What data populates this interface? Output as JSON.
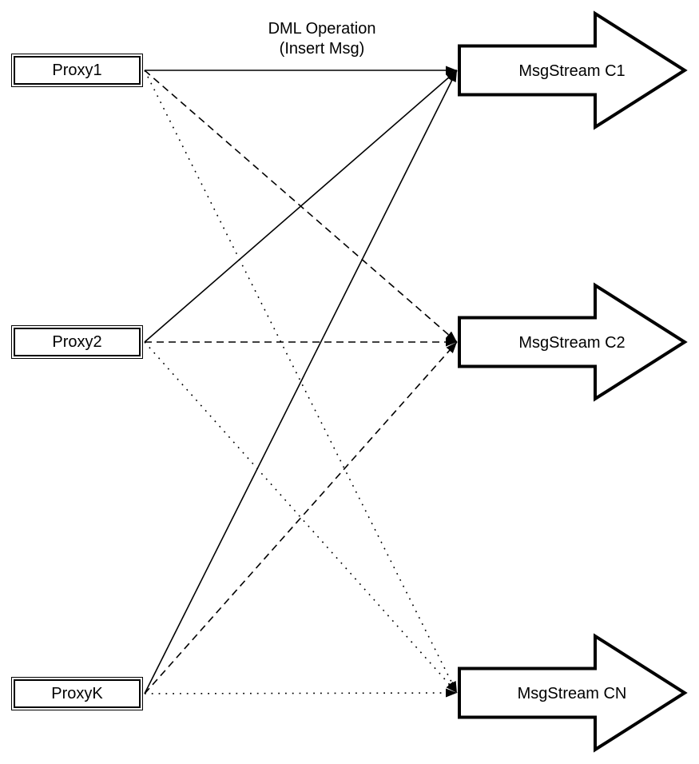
{
  "title": {
    "line1": "DML Operation",
    "line2": "(Insert Msg)"
  },
  "proxies": [
    {
      "id": "proxy1",
      "label": "Proxy1"
    },
    {
      "id": "proxy2",
      "label": "Proxy2"
    },
    {
      "id": "proxyk",
      "label": "ProxyK"
    }
  ],
  "streams": [
    {
      "id": "c1",
      "label": "MsgStream C1"
    },
    {
      "id": "c2",
      "label": "MsgStream C2"
    },
    {
      "id": "cn",
      "label": "MsgStream CN"
    }
  ],
  "connections": [
    {
      "from": "proxy1",
      "to": "c1",
      "style": "solid"
    },
    {
      "from": "proxy1",
      "to": "c2",
      "style": "dashed"
    },
    {
      "from": "proxy1",
      "to": "cn",
      "style": "dotted"
    },
    {
      "from": "proxy2",
      "to": "c1",
      "style": "solid"
    },
    {
      "from": "proxy2",
      "to": "c2",
      "style": "dashed"
    },
    {
      "from": "proxy2",
      "to": "cn",
      "style": "dotted"
    },
    {
      "from": "proxyk",
      "to": "c1",
      "style": "solid"
    },
    {
      "from": "proxyk",
      "to": "c2",
      "style": "dashed"
    },
    {
      "from": "proxyk",
      "to": "cn",
      "style": "dotted"
    }
  ],
  "colors": {
    "stroke": "#000000",
    "background": "#ffffff"
  }
}
